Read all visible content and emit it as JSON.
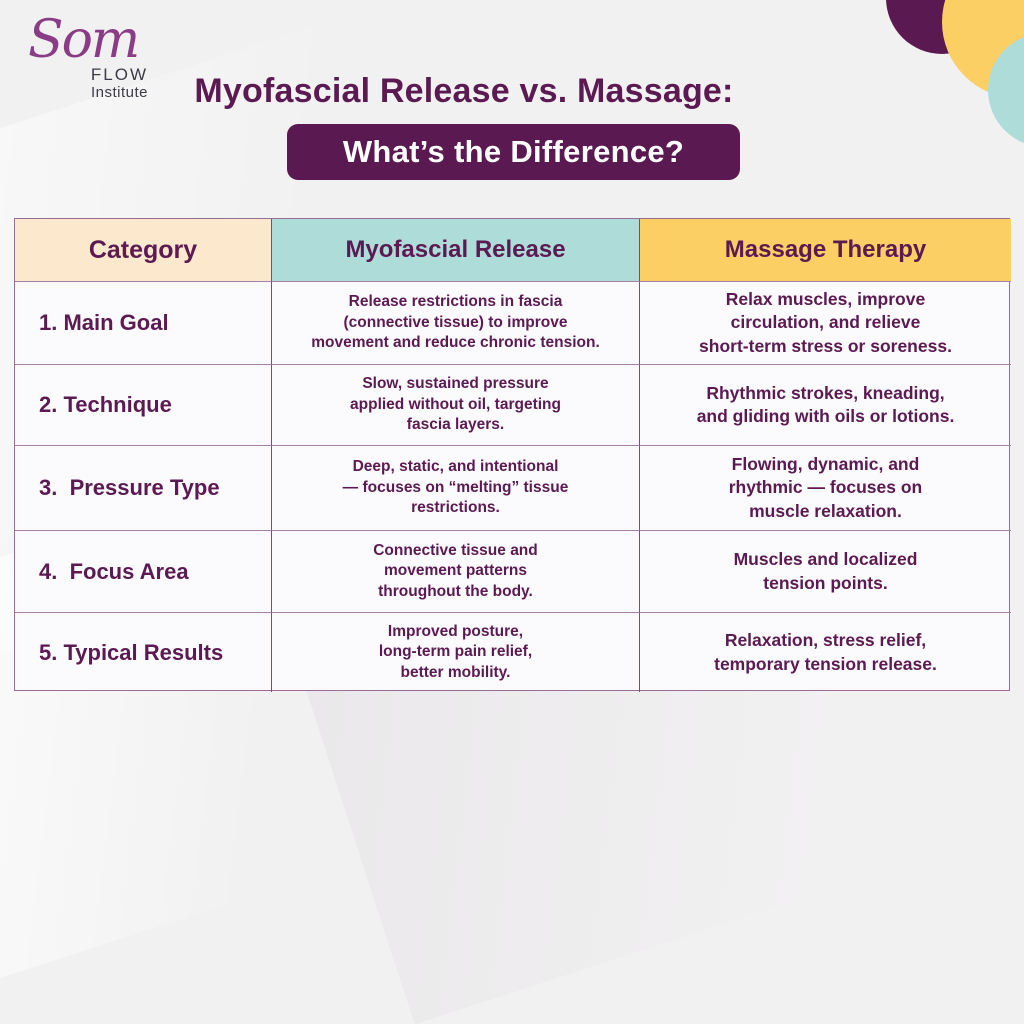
{
  "logo": {
    "script": "Som",
    "line1": "FLOW",
    "line2": "Institute"
  },
  "header": {
    "title": "Myofascial Release vs. Massage:",
    "banner": "What’s the Difference?"
  },
  "table": {
    "columns": [
      "Category",
      "Myofascial Release",
      "Massage Therapy"
    ],
    "rows": [
      {
        "category": "1. Main Goal",
        "mfr": "Release restrictions in fascia\n(connective tissue) to improve\nmovement and reduce chronic tension.",
        "massage": "Relax muscles, improve\ncirculation, and relieve\nshort-term stress or soreness."
      },
      {
        "category": "2. Technique",
        "mfr": "Slow, sustained pressure\napplied without oil, targeting\nfascia layers.",
        "massage": "Rhythmic strokes, kneading,\nand gliding with oils or lotions."
      },
      {
        "category": "3.  Pressure Type",
        "mfr": "Deep, static, and intentional\n— focuses on “melting” tissue\nrestrictions.",
        "massage": "Flowing, dynamic, and\nrhythmic — focuses on\nmuscle relaxation."
      },
      {
        "category": "4.  Focus Area",
        "mfr": "Connective tissue and\nmovement patterns\nthroughout the body.",
        "massage": "Muscles and localized\ntension points."
      },
      {
        "category": "5. Typical Results",
        "mfr": "Improved posture,\nlong-term pain relief,\nbetter mobility.",
        "massage": "Relaxation, stress relief,\ntemporary tension release."
      }
    ]
  },
  "colors": {
    "purple": "#5b1a52",
    "banner-purple": "#5a1950",
    "peach": "#fce8cd",
    "teal": "#aedcd8",
    "yellow": "#fbcf64"
  }
}
